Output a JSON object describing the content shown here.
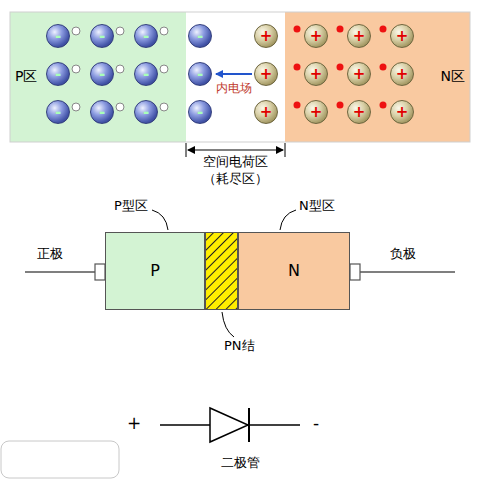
{
  "diagram": {
    "nodes": [
      {
        "text": [
          "P区"
        ]
      },
      {
        "text": [
          "-"
        ],
        "in": 0
      },
      {
        "text": [
          "-"
        ],
        "in": 0
      },
      {
        "text": [
          "-"
        ],
        "in": 0
      },
      {
        "text": [
          "-"
        ],
        "in": 0
      },
      {
        "text": [
          "-"
        ],
        "in": 0
      },
      {
        "text": [
          "-"
        ],
        "in": 0
      },
      {
        "text": [
          "-"
        ],
        "in": 0
      },
      {
        "text": [
          "-"
        ],
        "in": 0
      },
      {
        "text": [
          "-"
        ],
        "in": 0
      },
      {
        "text": [
          "-"
        ]
      },
      {
        "text": [
          "-"
        ]
      },
      {
        "text": [
          "-"
        ]
      },
      {
        "text": [
          "+"
        ]
      },
      {
        "text": [
          "+"
        ]
      },
      {
        "text": [
          "+"
        ]
      },
      {
        "text": [
          "N区"
        ]
      },
      {
        "text": [
          "+"
        ],
        "in": 16
      },
      {
        "text": [
          "+"
        ],
        "in": 16
      },
      {
        "text": [
          "+"
        ],
        "in": 16
      },
      {
        "text": [
          "+"
        ],
        "in": 16
      },
      {
        "text": [
          "+"
        ],
        "in": 16
      },
      {
        "text": [
          "+"
        ],
        "in": 16
      },
      {
        "text": [
          "+"
        ],
        "in": 16
      },
      {
        "text": [
          "+"
        ],
        "in": 16
      },
      {
        "text": [
          "+"
        ],
        "in": 16
      },
      {
        "text": [
          "P型区",
          "P"
        ]
      },
      {
        "text": [
          "PN结"
        ]
      },
      {
        "text": [
          "N型区",
          "N"
        ]
      }
    ],
    "labels": [
      "内电场",
      "空间电荷区",
      "（耗尽区）",
      "正极",
      "负极",
      "+",
      "-",
      "二极管"
    ]
  }
}
